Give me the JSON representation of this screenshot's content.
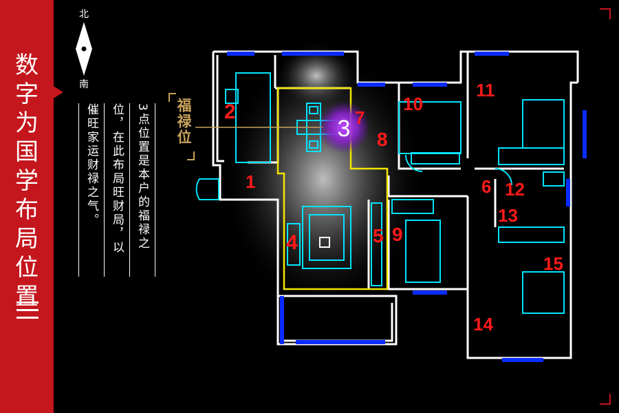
{
  "sidebar": {
    "title_chars": [
      "数",
      "字",
      "为",
      "国",
      "学",
      "布",
      "局",
      "位",
      "置"
    ],
    "accent_color": "#c4161c"
  },
  "compass": {
    "north": "北",
    "south": "南"
  },
  "note": {
    "col1": "3点位置是本户的福禄之",
    "col2": "位，在此布局旺财局，以",
    "col3": "催旺家运财禄之气。"
  },
  "fulu_label": "福禄位",
  "marker_3": "3",
  "room_numbers": [
    "1",
    "2",
    "4",
    "5",
    "6",
    "7",
    "8",
    "9",
    "10",
    "11",
    "12",
    "13",
    "14",
    "15"
  ],
  "colors": {
    "wall": "#ffffff",
    "cyan": "#00e5ff",
    "blue": "#0a2cff",
    "yellow": "#f2e600",
    "number": "#ff1a1a",
    "gold": "#c9a35c"
  }
}
